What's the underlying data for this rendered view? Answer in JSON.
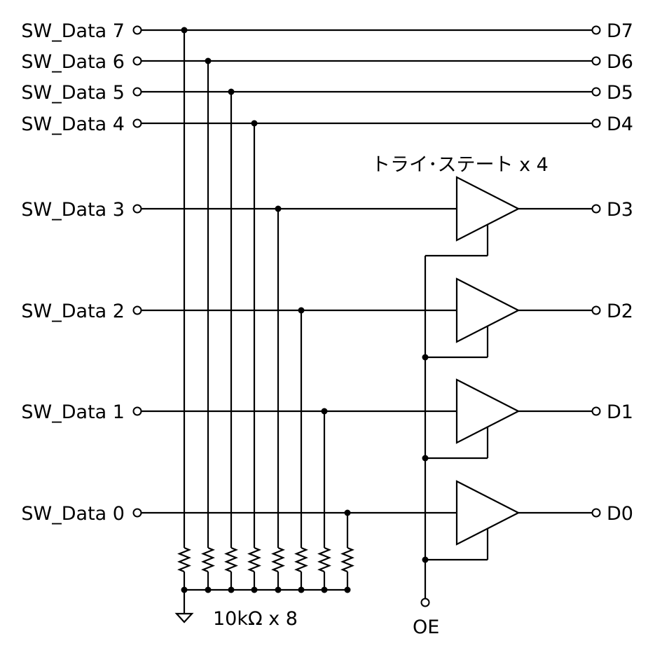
{
  "inputs": [
    {
      "label": "SW_Data 7"
    },
    {
      "label": "SW_Data 6"
    },
    {
      "label": "SW_Data 5"
    },
    {
      "label": "SW_Data 4"
    },
    {
      "label": "SW_Data 3"
    },
    {
      "label": "SW_Data 2"
    },
    {
      "label": "SW_Data 1"
    },
    {
      "label": "SW_Data 0"
    }
  ],
  "outputs": [
    {
      "label": "D7"
    },
    {
      "label": "D6"
    },
    {
      "label": "D5"
    },
    {
      "label": "D4"
    },
    {
      "label": "D3"
    },
    {
      "label": "D2"
    },
    {
      "label": "D1"
    },
    {
      "label": "D0"
    }
  ],
  "buffer_label": "トライ･ステート x 4",
  "resistor_label": "10kΩ  x 8",
  "enable_label": "OE",
  "colors": {
    "line": "#000000",
    "background": "#ffffff"
  }
}
